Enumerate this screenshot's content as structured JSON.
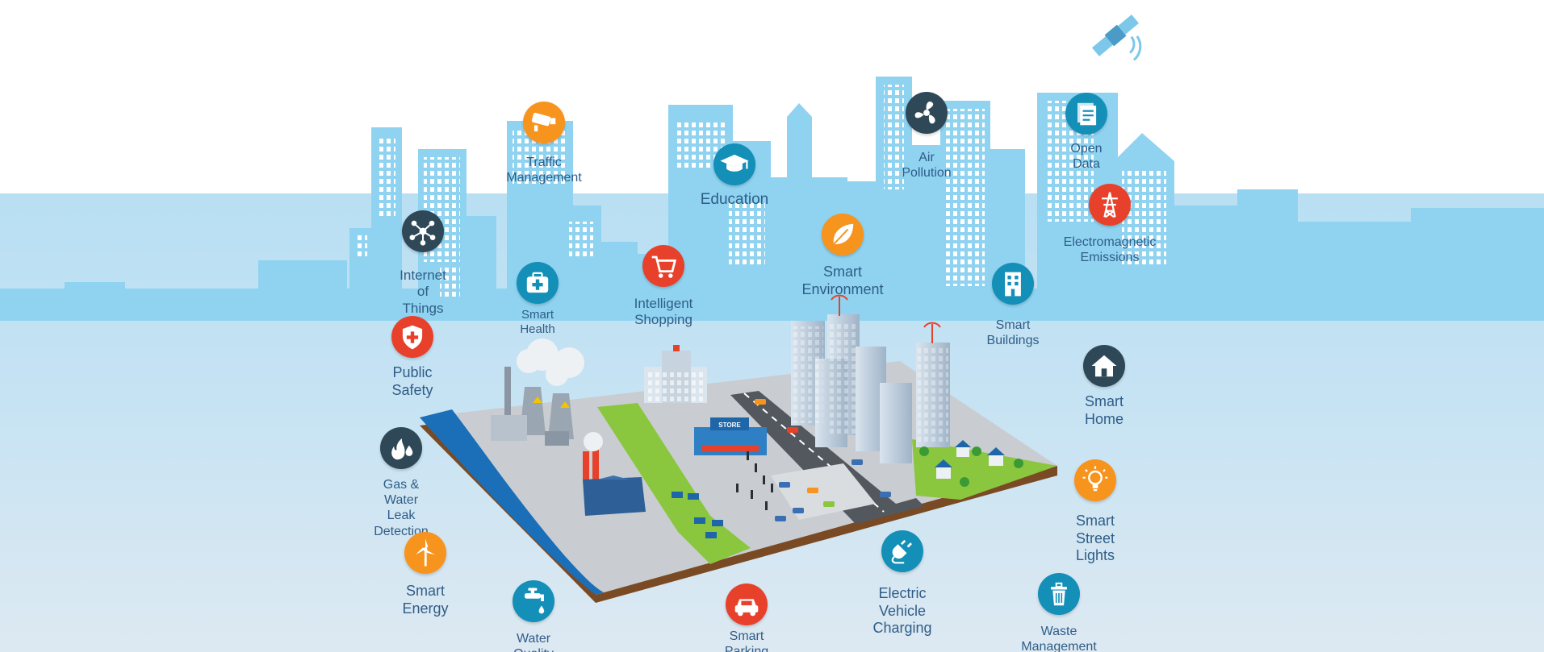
{
  "colors": {
    "sky_top": "#ffffff",
    "sky_band": "#bfe2f4",
    "sky_bottom": "#dbe9f3",
    "building": "#8fd3f1",
    "label_text": "#2f5d87",
    "orange": "#f7941d",
    "red": "#e8412b",
    "dark": "#2f4858",
    "teal": "#138fb8"
  },
  "features": [
    {
      "id": "traffic-management",
      "label": "Traffic Management",
      "icon": "cctv-camera-icon",
      "color": "orange"
    },
    {
      "id": "education",
      "label": "Education",
      "icon": "graduation-cap-icon",
      "color": "teal"
    },
    {
      "id": "air-pollution",
      "label": "Air Pollution",
      "icon": "fan-icon",
      "color": "dark"
    },
    {
      "id": "open-data",
      "label": "Open Data",
      "icon": "document-stack-icon",
      "color": "teal"
    },
    {
      "id": "electromagnetic-emissions",
      "label": "Electromagnetic\nEmissions",
      "icon": "power-tower-icon",
      "color": "red"
    },
    {
      "id": "internet-of-things",
      "label": "Internet of Things",
      "icon": "network-nodes-icon",
      "color": "dark"
    },
    {
      "id": "smart-health",
      "label": "Smart Health",
      "icon": "medical-kit-icon",
      "color": "teal"
    },
    {
      "id": "intelligent-shopping",
      "label": "Intelligent Shopping",
      "icon": "shopping-cart-icon",
      "color": "red"
    },
    {
      "id": "smart-environment",
      "label": "Smart Environment",
      "icon": "leaf-icon",
      "color": "orange"
    },
    {
      "id": "smart-buildings",
      "label": "Smart Buildings",
      "icon": "building-icon",
      "color": "teal"
    },
    {
      "id": "public-safety",
      "label": "Public Safety",
      "icon": "shield-icon",
      "color": "red"
    },
    {
      "id": "smart-home",
      "label": "Smart Home",
      "icon": "house-icon",
      "color": "dark"
    },
    {
      "id": "gas-water-leak",
      "label": "Gas & Water\nLeak Detection",
      "icon": "flame-drops-icon",
      "color": "dark"
    },
    {
      "id": "smart-street-lights",
      "label": "Smart Street Lights",
      "icon": "light-bulb-icon",
      "color": "orange"
    },
    {
      "id": "smart-energy",
      "label": "Smart Energy",
      "icon": "wind-turbine-icon",
      "color": "orange"
    },
    {
      "id": "electric-vehicle-charging",
      "label": "Electric Vehicle Charging",
      "icon": "plug-icon",
      "color": "teal"
    },
    {
      "id": "water-quality",
      "label": "Water Quality",
      "icon": "water-tap-icon",
      "color": "teal"
    },
    {
      "id": "smart-parking",
      "label": "Smart Parking",
      "icon": "car-icon",
      "color": "red"
    },
    {
      "id": "waste-management",
      "label": "Waste Management",
      "icon": "trash-can-icon",
      "color": "teal"
    }
  ],
  "store_sign": "STORE"
}
